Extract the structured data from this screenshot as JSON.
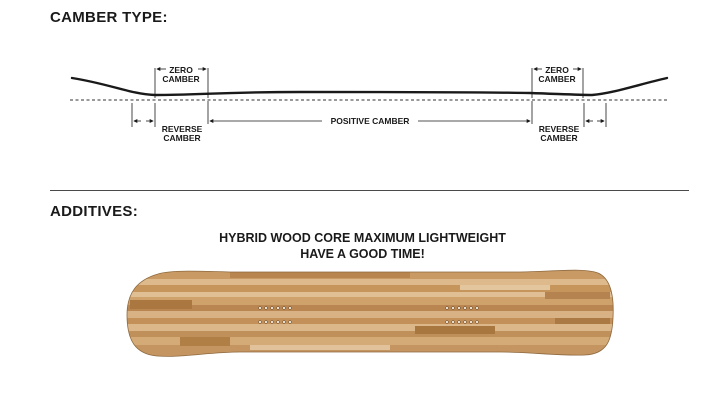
{
  "headings": {
    "camber_type": "CAMBER TYPE:",
    "additives": "ADDITIVES:"
  },
  "camber_labels": {
    "zero_camber_line1": "ZERO",
    "zero_camber_line2": "CAMBER",
    "reverse_camber_line1": "REVERSE",
    "reverse_camber_line2": "CAMBER",
    "positive_camber": "POSITIVE CAMBER"
  },
  "additives_caption": {
    "line1": "HYBRID WOOD CORE MAXIMUM LIGHTWEIGHT",
    "line2": "HAVE A GOOD TIME!"
  },
  "colors": {
    "profile_line": "#1a1a1a",
    "wood_light": "#d9b487",
    "wood_mid": "#c89a63",
    "wood_dark": "#a87a45",
    "text": "#1a1a1a"
  }
}
